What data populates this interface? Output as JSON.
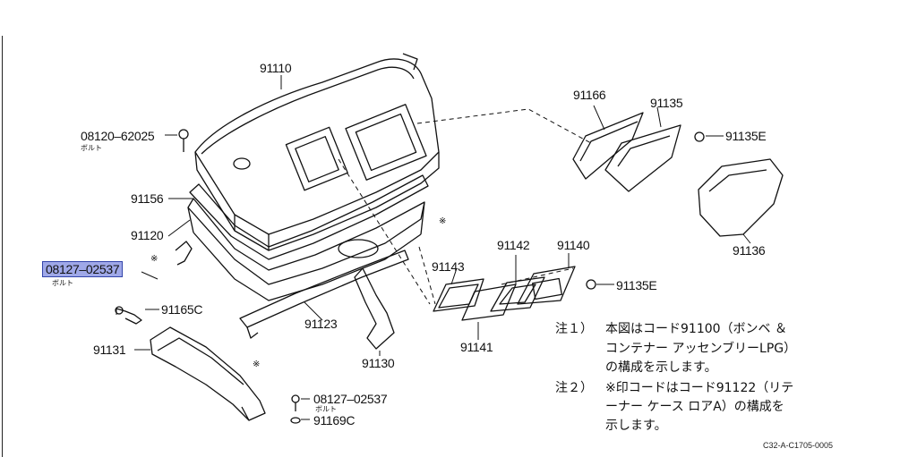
{
  "parts": {
    "p91110": "91110",
    "p08120": "08120–62025",
    "p08120_sub": "ボルト",
    "p91156": "91156",
    "p91120": "91120",
    "p08127_hl": "08127–02537",
    "p08127_hl_sub": "ボルト",
    "p91165c": "91165C",
    "p91131": "91131",
    "p91123": "91123",
    "p91130": "91130",
    "p08127_b": "08127–02537",
    "p08127_b_sub": "ボルト",
    "p91169c": "91169C",
    "p91143": "91143",
    "p91142": "91142",
    "p91140": "91140",
    "p91141": "91141",
    "p91135e_a": "91135E",
    "p91135e_b": "91135E",
    "p91166": "91166",
    "p91135": "91135",
    "p91136": "91136"
  },
  "notes": {
    "n1_mark": "注１）",
    "n1_line1": "本図はコード91100（ボンベ ＆",
    "n1_line2": "コンテナー アッセンブリーLPG）",
    "n1_line3": "の構成を示します。",
    "n2_mark": "注２）",
    "n2_line1": "※印コードはコード91122（リテ",
    "n2_line2": "ーナー ケース ロアA）の構成を",
    "n2_line3": "示します。"
  },
  "reference": "C32-A-C1705-0005",
  "colors": {
    "highlight_fill": "#9fa8e8",
    "highlight_border": "#3344aa",
    "line": "#111111"
  }
}
